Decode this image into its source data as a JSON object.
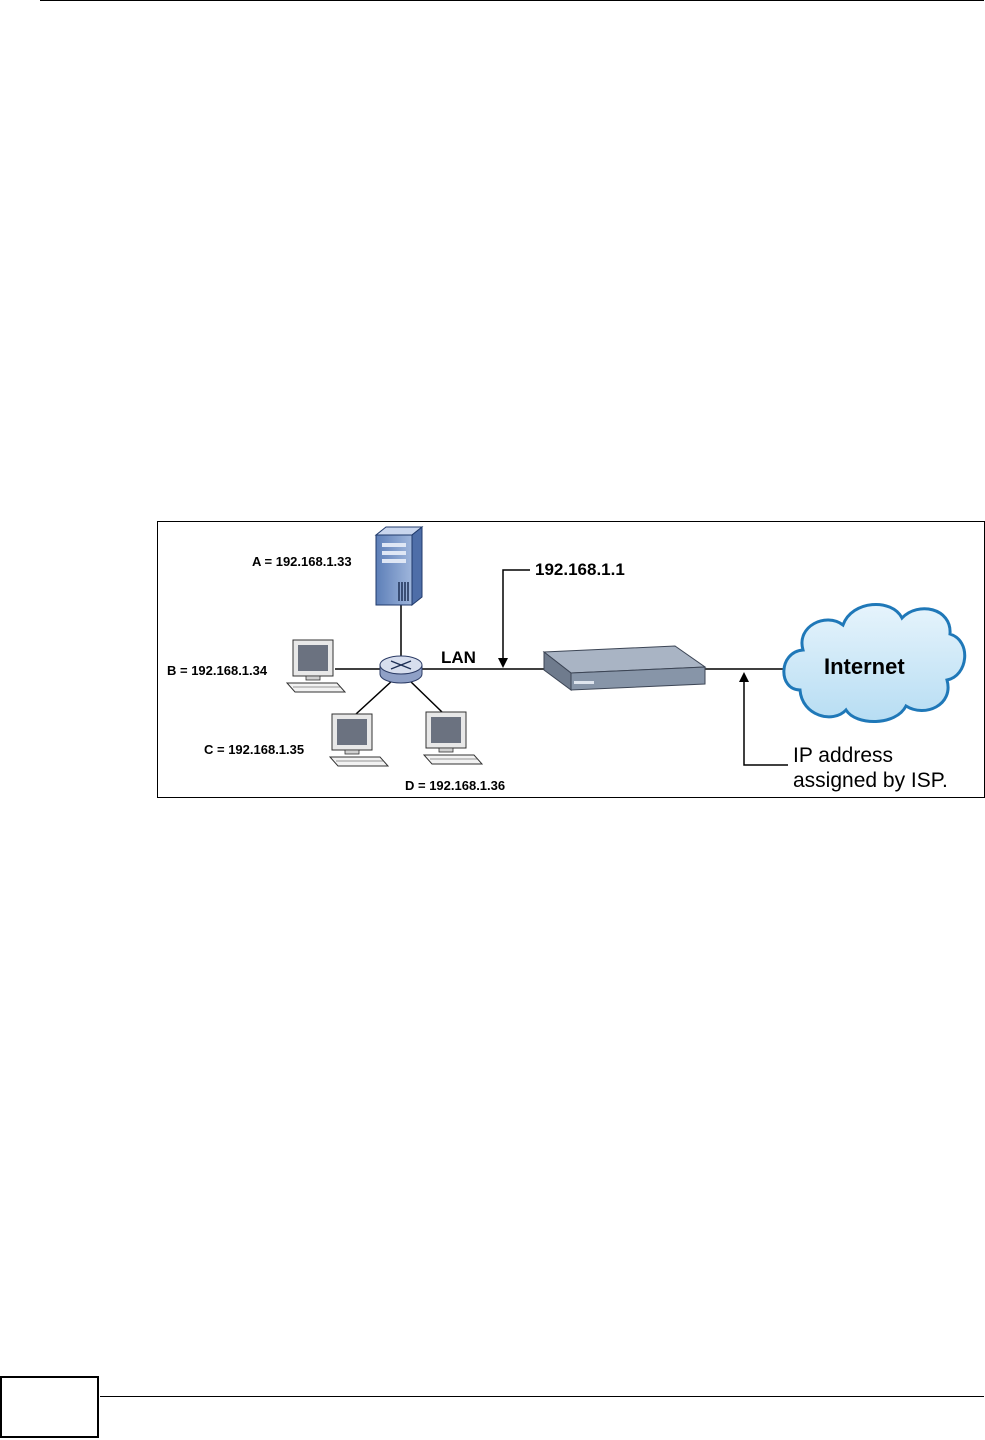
{
  "figure": {
    "host_a_label": "A = 192.168.1.33",
    "host_b_label": "B = 192.168.1.34",
    "host_c_label": "C  = 192.168.1.35",
    "host_d_label": "D = 192.168.1.36",
    "lan_label": "LAN",
    "router_ip_label": "192.168.1.1",
    "internet_label": "Internet",
    "isp_note_line1": "IP address",
    "isp_note_line2": "assigned by ISP."
  },
  "page": {
    "number": ""
  }
}
